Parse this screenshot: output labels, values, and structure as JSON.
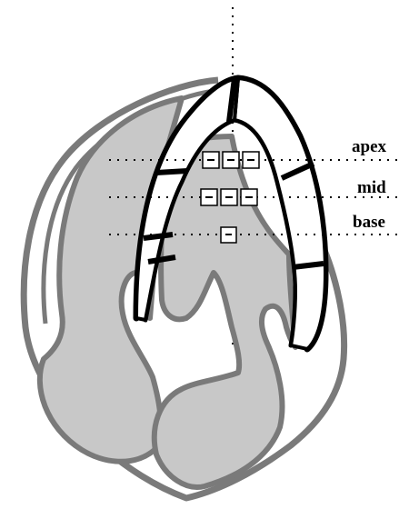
{
  "labels": {
    "apex": "apex",
    "mid": "mid",
    "base": "base"
  },
  "colors": {
    "background": "#ffffff",
    "chamber_fill": "#c8c8c8",
    "wall_gray": "#7a7a7a",
    "wall_black": "#000000",
    "guide_line": "#000000",
    "box_fill": "#ffffff"
  }
}
